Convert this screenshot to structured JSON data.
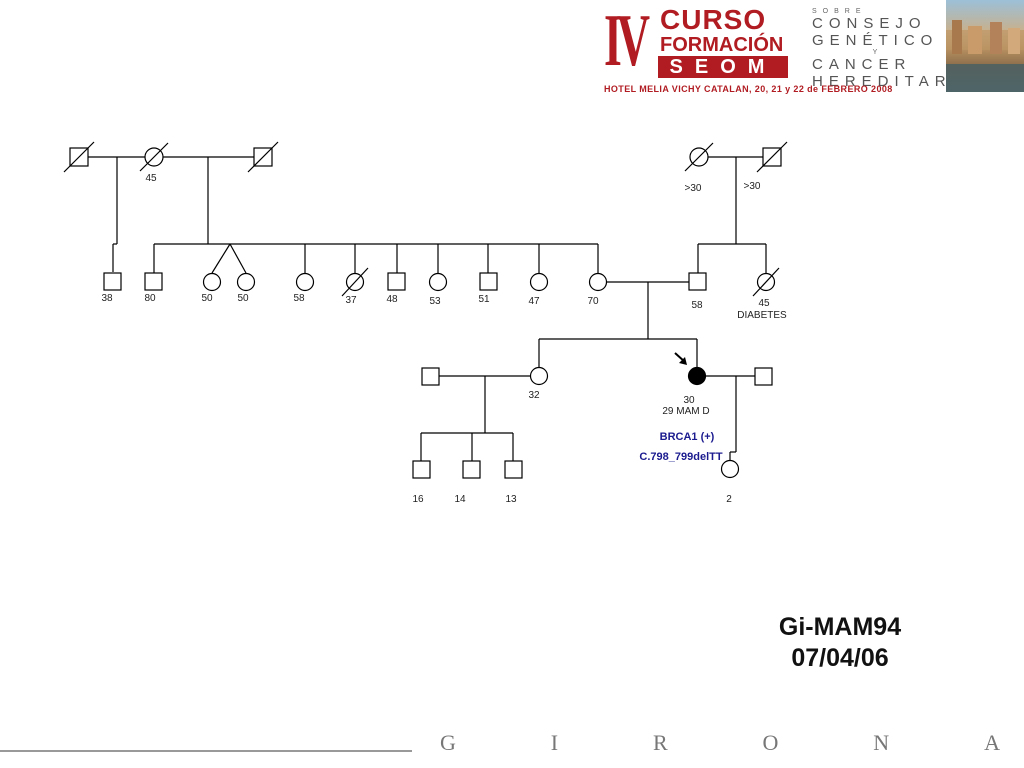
{
  "header": {
    "roman": "IV",
    "curso": "CURSO",
    "formacion": "FORMACIÓN",
    "seom": "SEOM",
    "sobre": "SOBRE",
    "consejo": "CONSEJO",
    "genetico": "GENÉTICO",
    "y": "Y",
    "cancer": "CANCER",
    "hereditario": "HEREDITARIO",
    "hotel": "HOTEL MELIA VICHY CATALAN, 20, 21 y 22 de FEBRERO 2008"
  },
  "pedigree": {
    "ages": {
      "gp_f_wife": "45",
      "gp_m_wife": ">30",
      "gp_m_husband": ">30",
      "s38": "38",
      "s80": "80",
      "s50a": "50",
      "s50b": "50",
      "s58": "58",
      "s37": "37",
      "s48": "48",
      "s53": "53",
      "s51": "51",
      "s47": "47",
      "s70": "70",
      "father": "58",
      "uncle": "45",
      "aunt_c": "32",
      "proband": "30",
      "k16": "16",
      "k14": "14",
      "k13": "13",
      "child2": "2"
    },
    "notes": {
      "uncle_condition": "DIABETES",
      "proband_dx": "29 MAM D",
      "brca": "BRCA1 (+)",
      "mutation": "C.798_799delTT"
    },
    "colors": {
      "affected": "#000000",
      "mutation_text": "#1b1b8f"
    }
  },
  "case": {
    "id": "Gi-MAM94",
    "date": "07/04/06"
  },
  "footer": {
    "city_letters": [
      "G",
      "I",
      "R",
      "O",
      "N",
      "A"
    ]
  }
}
